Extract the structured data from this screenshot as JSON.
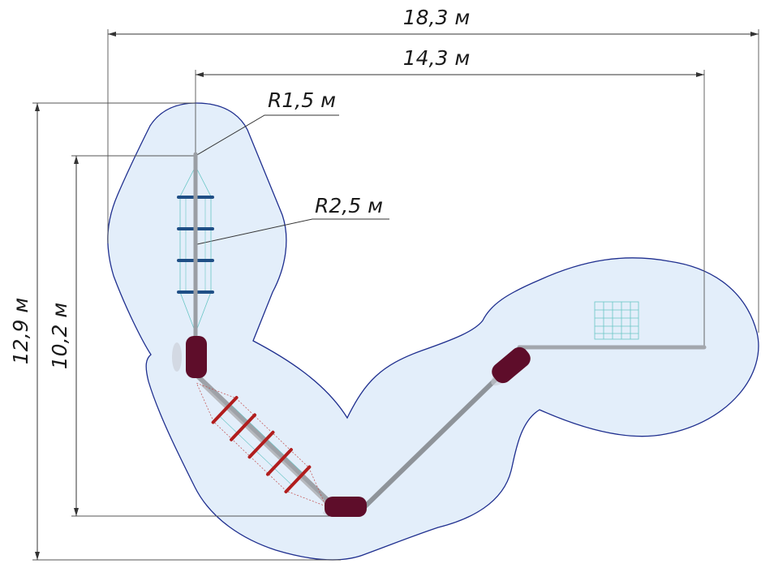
{
  "dimensions": {
    "overall_width": "18,3 м",
    "inner_width": "14,3 м",
    "overall_height": "12,9 м",
    "inner_height": "10,2 м",
    "small_radius": "R1,5 м",
    "large_radius": "R2,5 м"
  },
  "colors": {
    "zone_fill": "#e3eefa",
    "zone_stroke": "#1f2f8f",
    "pipe": "#a9adb3",
    "post": "#5e0d2a",
    "blue_rungs": "#1f4f86",
    "red_rungs": "#b11d1d",
    "net": "#6ac6c6"
  }
}
